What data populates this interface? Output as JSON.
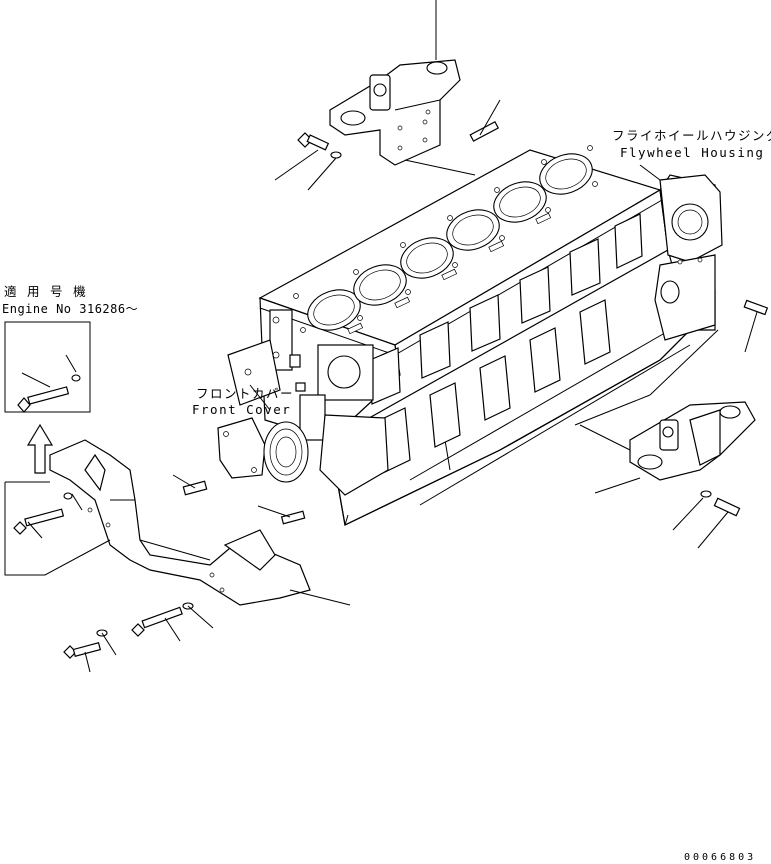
{
  "flywheel_housing": {
    "label_jp": "フライホイールハウジング",
    "label_en": "Flywheel Housing"
  },
  "front_cover": {
    "label_jp": "フロントカバー",
    "label_en": "Front Cover"
  },
  "applicable_unit": {
    "label_jp": "適 用 号 機",
    "label_en": "Engine No 316286～"
  },
  "drawing_number": "00066803"
}
